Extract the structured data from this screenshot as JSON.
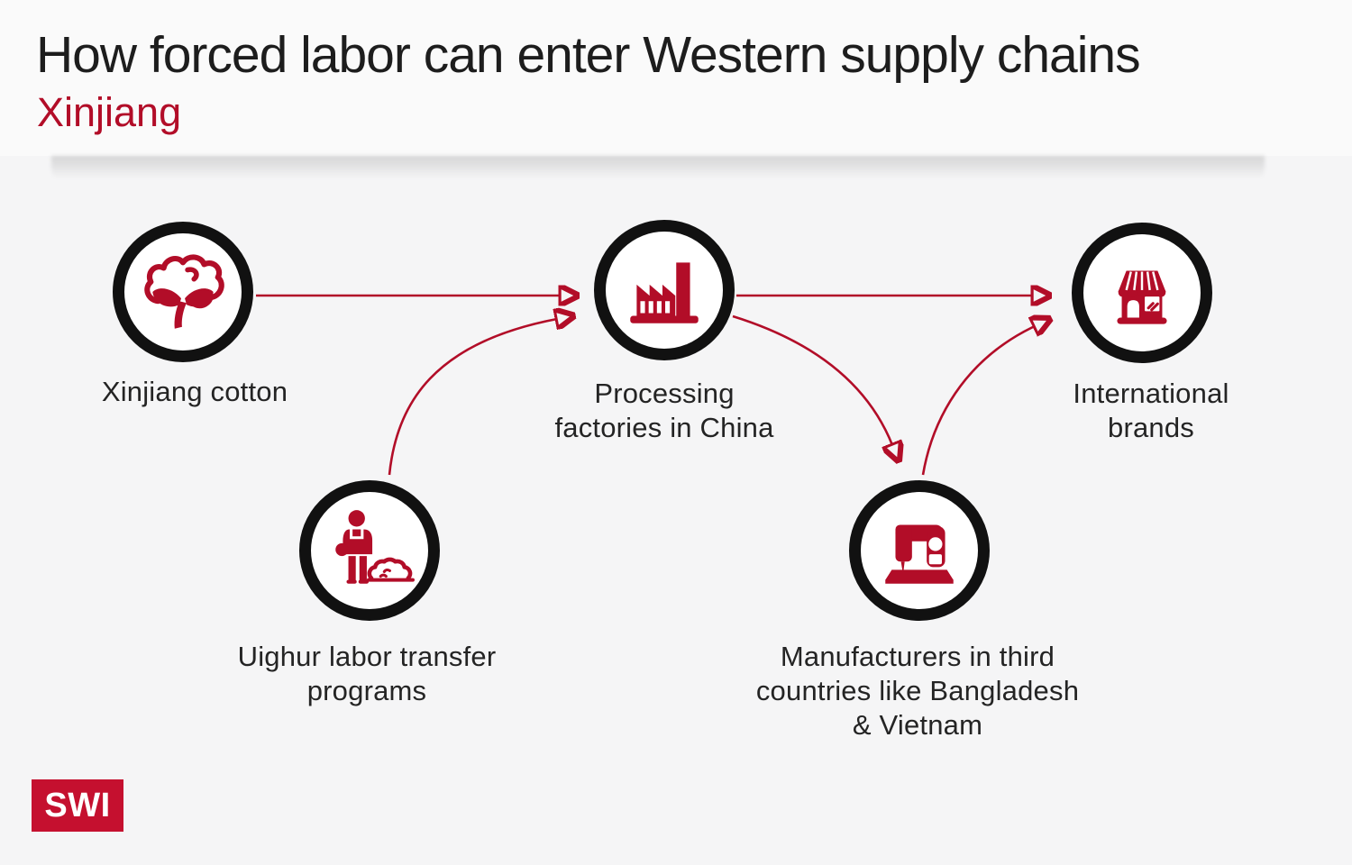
{
  "title": "How forced labor can enter Western supply chains",
  "subtitle": "Xinjiang",
  "colors": {
    "accent_red": "#b20d28",
    "circle_border": "#111111",
    "label_text": "#242424",
    "background": "#f5f5f6",
    "header_background": "#fafafa",
    "logo_background": "#c5102f",
    "logo_text": "#ffffff"
  },
  "nodes": [
    {
      "id": "xinjiang-cotton",
      "label": "Xinjiang cotton",
      "icon": "cotton-boll-icon"
    },
    {
      "id": "processing-factories",
      "label": "Processing\nfactories in China",
      "icon": "factory-icon"
    },
    {
      "id": "international-brands",
      "label": "International brands",
      "icon": "storefront-icon"
    },
    {
      "id": "uighur-labor",
      "label": "Uighur labor transfer\nprograms",
      "icon": "farmer-with-cotton-icon"
    },
    {
      "id": "manufacturers",
      "label": "Manufacturers in third\ncountries like Bangladesh\n& Vietnam",
      "icon": "sewing-machine-icon"
    }
  ],
  "flows": [
    {
      "from": "xinjiang-cotton",
      "to": "processing-factories"
    },
    {
      "from": "uighur-labor",
      "to": "processing-factories"
    },
    {
      "from": "processing-factories",
      "to": "international-brands"
    },
    {
      "from": "processing-factories",
      "to": "manufacturers"
    },
    {
      "from": "manufacturers",
      "to": "international-brands"
    }
  ],
  "logo": {
    "text": "SWI"
  }
}
